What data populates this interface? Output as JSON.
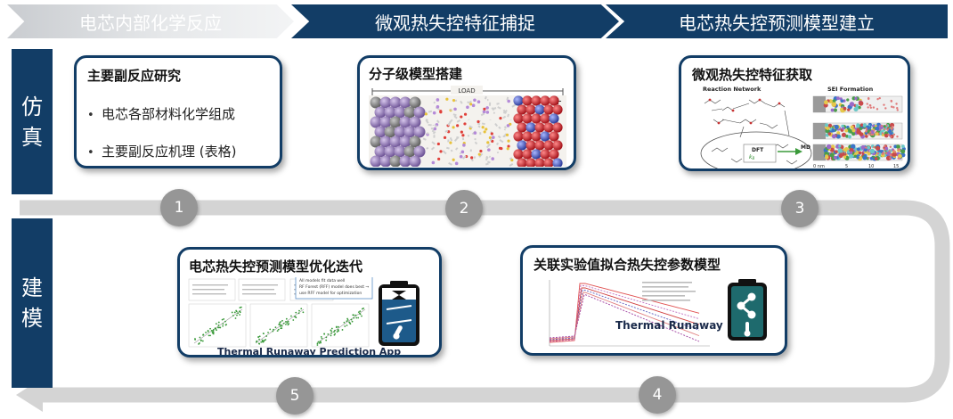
{
  "headers": [
    "电芯内部化学反应",
    "微观热失控特征捕捉",
    "电芯热失控预测模型建立"
  ],
  "side_labels": {
    "simulation": [
      "仿",
      "真"
    ],
    "modeling": [
      "建",
      "模"
    ]
  },
  "steps": [
    "1",
    "2",
    "3",
    "4",
    "5"
  ],
  "card1": {
    "title": "主要副反应研究",
    "bullets": [
      "电芯各部材料化学组成",
      "主要副反应机理 (表格)"
    ]
  },
  "card2": {
    "title": "分子级模型搭建",
    "figure": {
      "load_label": "LOAD",
      "minus": "—",
      "plus": "+"
    }
  },
  "card3": {
    "title": "微观热失控特征获取",
    "figure": {
      "reaction_network": "Reaction Network",
      "sei_formation": "SEI Formation",
      "dft": "DFT",
      "md": "MD",
      "axis_ticks": [
        "0 nm",
        "5",
        "10",
        "15"
      ]
    }
  },
  "card4": {
    "title": "关联实验值拟合热失控参数模型",
    "model_label": "Thermal Runaway Model",
    "app_icon": "share-node-icon"
  },
  "card5": {
    "title": "电芯热失控预测模型优化迭代",
    "app_label": "Thermal Runaway Prediction App",
    "callout": [
      "All models fit data well",
      "RF Forest (RFF) model does best →",
      "use RFF model for optimization"
    ],
    "app_icon": "hourglass-thermometer-icon"
  },
  "colors": {
    "navy": "#123d66",
    "gray": "#969696",
    "arrow_gray": "#d4d4d4"
  }
}
